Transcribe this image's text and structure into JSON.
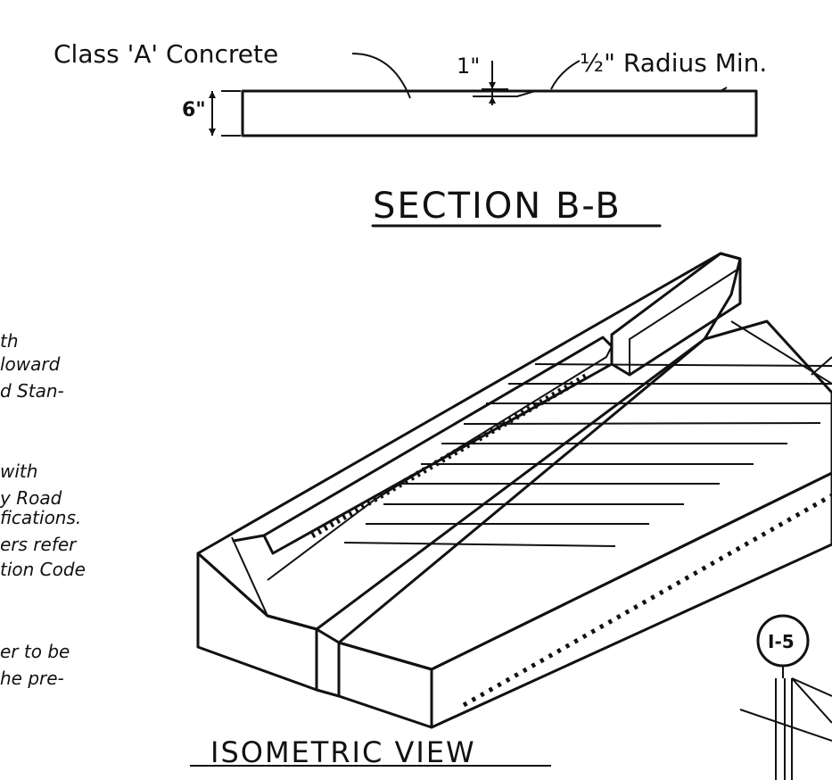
{
  "section": {
    "material_label": "Class 'A' Concrete",
    "thickness_mark": "1\"",
    "radius_label": "½\" Radius Min.",
    "depth_mark": "6\"",
    "title": "SECTION B-B"
  },
  "isometric": {
    "title": "ISOMETRIC VIEW",
    "detail_tag": "I-5"
  },
  "notes_fragments": [
    "th",
    "loward",
    "d Stan-",
    "with",
    "y Road",
    "fications.",
    "ers refer",
    "tion Code",
    "er to be",
    "he pre-"
  ]
}
